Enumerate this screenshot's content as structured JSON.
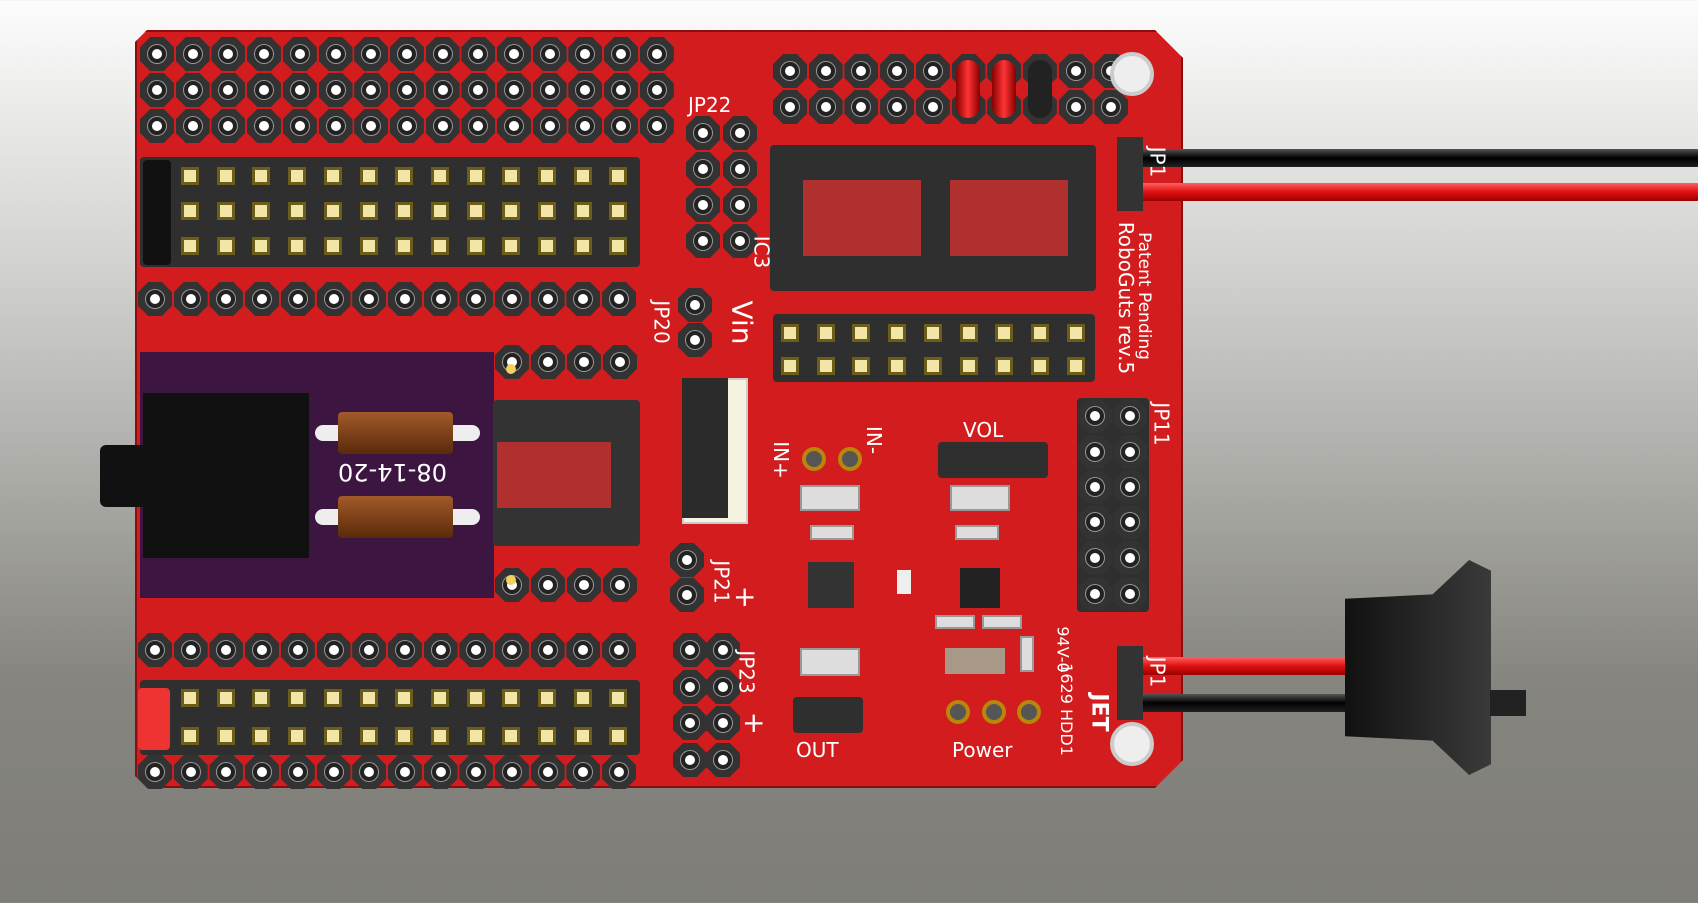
{
  "labels": {
    "jp22": "JP22",
    "jp20": "JP20",
    "vin": "Vin",
    "ic3": "IC3",
    "jp21": "JP21",
    "jp23": "JP23",
    "jp11": "JP11",
    "jp1a": "JP1",
    "jp1b": "JP1",
    "patent": "Patent Pending",
    "product": "RoboGuts rev.5",
    "in_plus": "IN+",
    "in_minus": "IN-",
    "vol": "VOL",
    "out": "OUT",
    "power": "Power",
    "module_date": "08-14-20",
    "rating": "94V-0",
    "date_code": "1629 HDD1",
    "brand": "JET",
    "plus": "+",
    "minus": "-"
  },
  "colors": {
    "board": "#d21c1e",
    "module": "#3c1640",
    "wire_red": "#e01010",
    "wire_black": "#111111"
  }
}
